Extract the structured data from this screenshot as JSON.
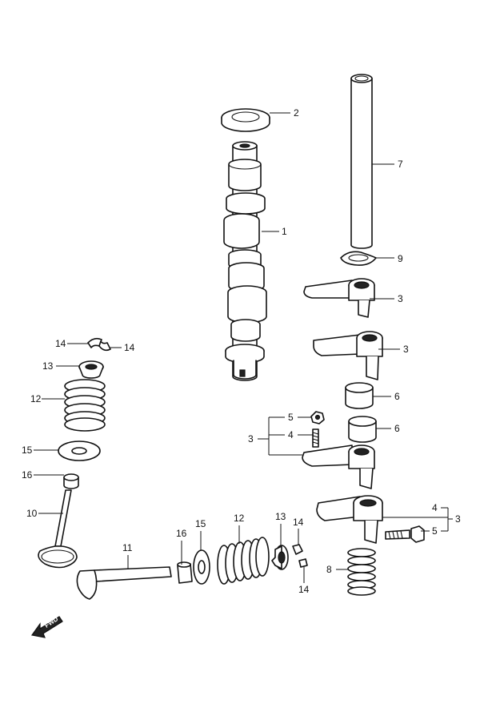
{
  "callouts": {
    "c1": "1",
    "c2": "2",
    "c3a": "3",
    "c3b": "3",
    "c3c": "3",
    "c3d": "3",
    "c4a": "4",
    "c4b": "4",
    "c5a": "5",
    "c5b": "5",
    "c6a": "6",
    "c6b": "6",
    "c7": "7",
    "c8": "8",
    "c9": "9",
    "c10": "10",
    "c11": "11",
    "c12a": "12",
    "c12b": "12",
    "c13a": "13",
    "c13b": "13",
    "c14a": "14",
    "c14b": "14",
    "c14c": "14",
    "c14d": "14",
    "c15a": "15",
    "c15b": "15",
    "c16a": "16",
    "c16b": "16"
  },
  "direction_marker": {
    "label": "FWD"
  }
}
